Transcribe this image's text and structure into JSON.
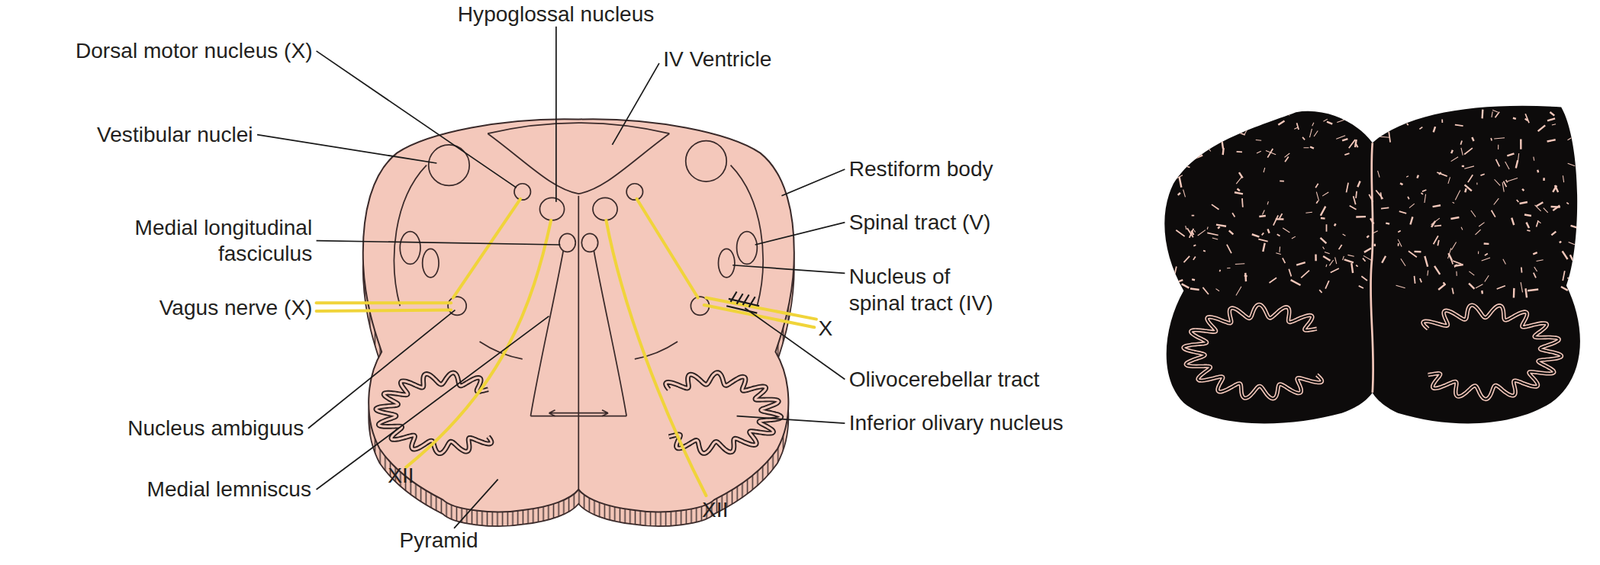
{
  "diagram": {
    "labels": [
      "Hypoglossal nucleus",
      "Dorsal motor nucleus (X)",
      "IV Ventricle",
      "Vestibular nuclei",
      "Restiform body",
      "Medial longitudinal fasciculus",
      "Spinal tract (V)",
      "Nucleus of spinal tract (IV)",
      "Vagus nerve (X)",
      "X",
      "Olivocerebellar tract",
      "Nucleus ambiguus",
      "Inferior olivary nucleus",
      "XII",
      "Medial lemniscus",
      "XII",
      "Pyramid"
    ]
  }
}
